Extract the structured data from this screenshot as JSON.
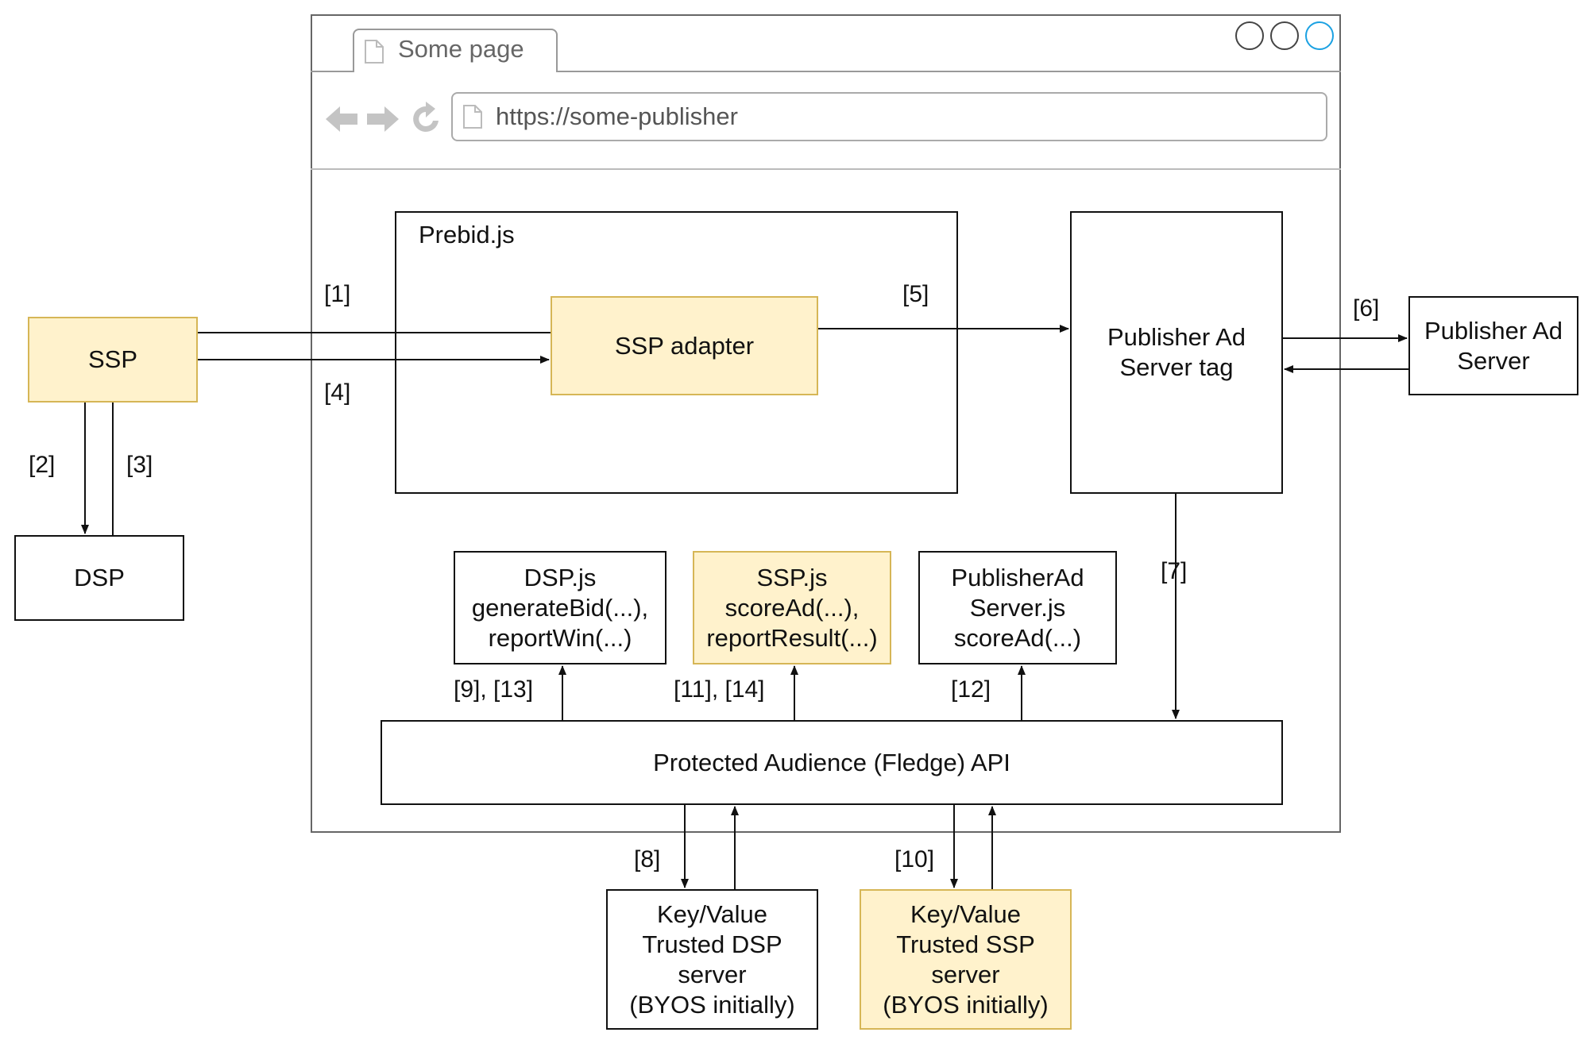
{
  "browser": {
    "tab_title": "Some page",
    "url": "https://some-publisher"
  },
  "nodes": {
    "ssp": "SSP",
    "dsp": "DSP",
    "prebid": "Prebid.js",
    "ssp_adapter": "SSP adapter",
    "publisher_ad_server_tag": "Publisher Ad\nServer tag",
    "publisher_ad_server": "Publisher Ad\nServer",
    "dsp_js": "DSP.js\ngenerateBid(...),\nreportWin(...)",
    "ssp_js": "SSP.js\nscoreAd(...),\nreportResult(...)",
    "publisher_ad_server_js": "PublisherAd\nServer.js\nscoreAd(...)",
    "fledge_api": "Protected Audience (Fledge) API",
    "kv_dsp": "Key/Value\nTrusted DSP\nserver\n(BYOS initially)",
    "kv_ssp": "Key/Value\nTrusted SSP\nserver\n(BYOS initially)"
  },
  "edge_labels": {
    "e1": "[1]",
    "e2": "[2]",
    "e3": "[3]",
    "e4": "[4]",
    "e5": "[5]",
    "e6": "[6]",
    "e7": "[7]",
    "e8": "[8]",
    "e9_13": "[9], [13]",
    "e10": "[10]",
    "e11_14": "[11], [14]",
    "e12": "[12]"
  },
  "icons": [
    "page-icon",
    "back-arrow-icon",
    "forward-arrow-icon",
    "reload-icon",
    "window-circle-icon"
  ],
  "colors": {
    "highlight_fill": "#fff2cc",
    "highlight_border": "#d6b656",
    "window_control_accent": "#1ba1e2"
  }
}
